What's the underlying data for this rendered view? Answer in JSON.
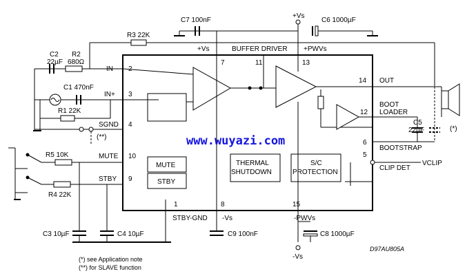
{
  "diagram": {
    "block_labels": {
      "buffer_driver": "BUFFER DRIVER",
      "thermal_1": "THERMAL",
      "thermal_2": "SHUTDOWN",
      "sc_1": "S/C",
      "sc_2": "PROTECTION",
      "mute": "MUTE",
      "stby": "STBY"
    },
    "pin_names": {
      "in_minus": "IN-",
      "in_plus": "IN+",
      "sgnd": "SGND",
      "mute": "MUTE",
      "stby": "STBY",
      "out": "OUT",
      "boot_1": "BOOT",
      "boot_2": "LOADER",
      "bootstrap": "BOOTSTRAP",
      "clip_det": "CLIP DET",
      "vclip": "VCLIP",
      "stby_gnd": "STBY-GND",
      "neg_vs": "-Vs",
      "neg_pwvs": "-PWVs",
      "pos_vs": "+Vs",
      "pos_pwvs": "+PWVs"
    },
    "pin_numbers": {
      "p2": "2",
      "p3": "3",
      "p4": "4",
      "p10": "10",
      "p9": "9",
      "p7": "7",
      "p11": "11",
      "p13": "13",
      "p14": "14",
      "p12": "12",
      "p6": "6",
      "p5": "5",
      "p1": "1",
      "p8": "8",
      "p15": "15"
    },
    "components": {
      "c7": "C7 100nF",
      "c6": "C6 1000µF",
      "supply_top": "+Vs",
      "r3": "R3 22K",
      "c2_1": "C2",
      "c2_2": "22µF",
      "r2_1": "R2",
      "r2_2": "680Ω",
      "c1": "C1 470nF",
      "r1": "R1 22K",
      "r5": "R5 10K",
      "r4": "R4 22K",
      "c3": "C3 10µF",
      "c4": "C4 10µF",
      "c9": "C9 100nF",
      "c8": "C8 1000µF",
      "supply_bottom": "-Vs",
      "c5_1": "C5",
      "c5_2": "22µF",
      "slave_mark": "(**)",
      "app_mark": "(*)"
    },
    "notes": {
      "note1": "(*) see Application note",
      "note2": "(**) for SLAVE function",
      "drawing_id": "D97AU805A"
    },
    "watermark": "www.wuyazi.com"
  }
}
